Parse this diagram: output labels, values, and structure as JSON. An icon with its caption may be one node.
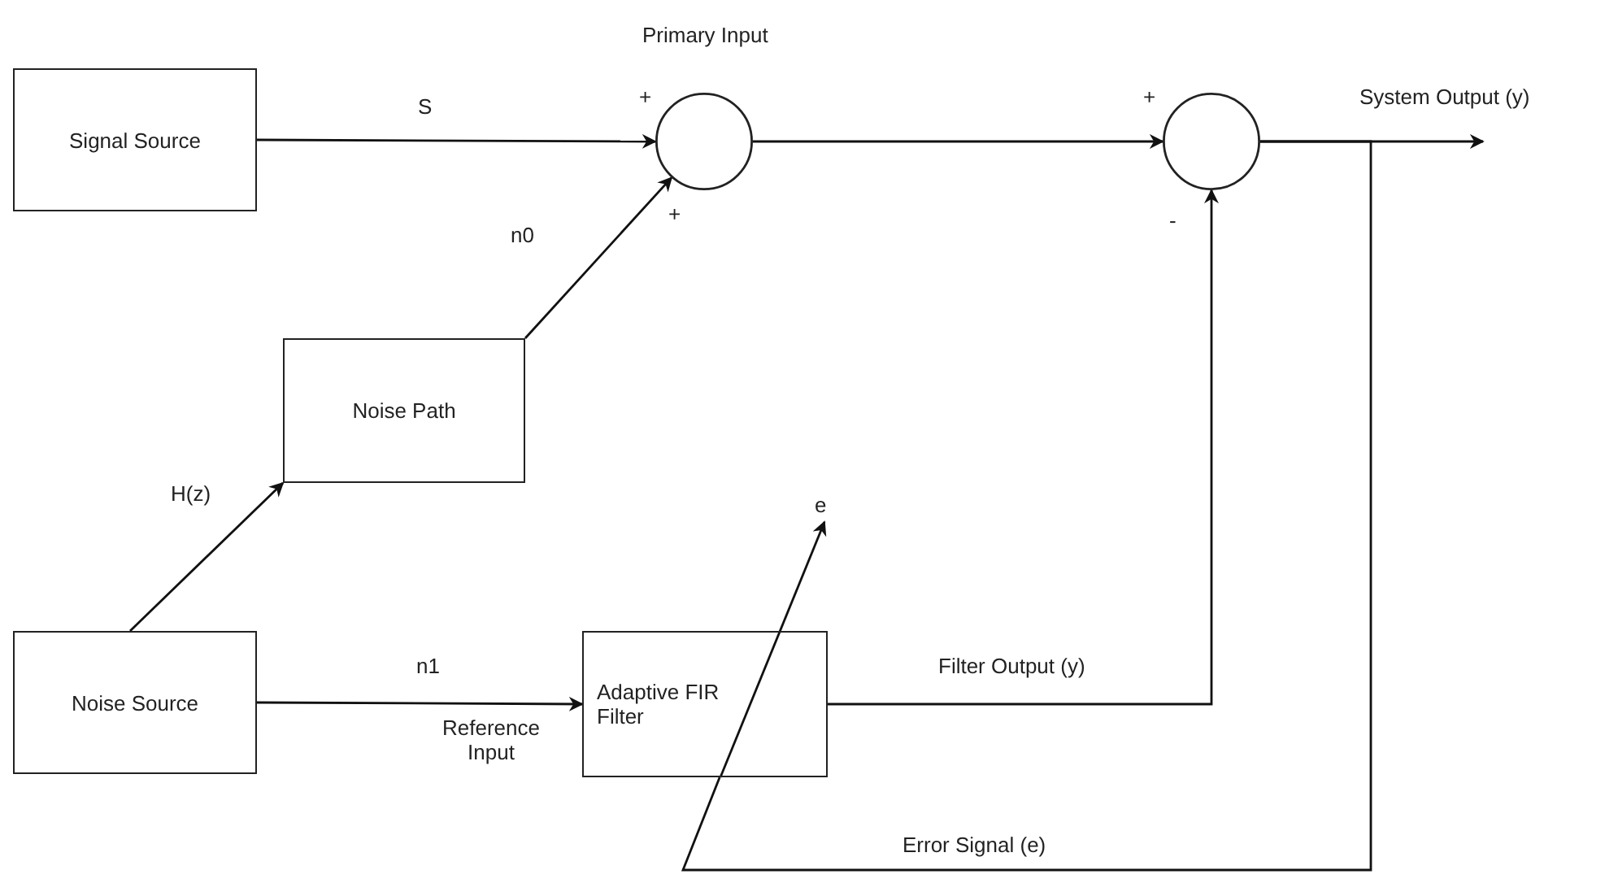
{
  "diagram": {
    "nodes": [
      {
        "text": [
          "Signal Source"
        ]
      },
      {
        "text": [],
        "shape": "circle",
        "beside": [
          "+",
          "+"
        ]
      },
      {
        "text": [],
        "shape": "circle",
        "beside": [
          "+",
          "-"
        ]
      },
      {
        "text": [
          "Noise Path"
        ]
      },
      {
        "text": [
          "Noise Source"
        ]
      },
      {
        "text": [
          "Adaptive FIR Filter"
        ]
      }
    ],
    "edges": [
      {
        "from": 0,
        "to": 1,
        "arrow": "to",
        "label": "S"
      },
      {
        "from": 1,
        "to": 2,
        "arrow": "to"
      },
      {
        "from": 2,
        "to": null,
        "arrow": "to",
        "label": "System Output (y)"
      },
      {
        "from": 3,
        "to": 1,
        "arrow": "to",
        "label": "n0"
      },
      {
        "from": 4,
        "to": 3,
        "arrow": "to",
        "label": "H(z)"
      },
      {
        "from": 4,
        "to": 5,
        "arrow": "to",
        "label": "n1"
      },
      {
        "from": 5,
        "to": 2,
        "arrow": "to",
        "label": "Filter Output (y)"
      },
      {
        "from": 2,
        "to": 5,
        "arrow": "none",
        "label": "Error Signal (e)"
      }
    ],
    "labels": [
      "Primary Input",
      "Reference Input",
      "e"
    ]
  }
}
